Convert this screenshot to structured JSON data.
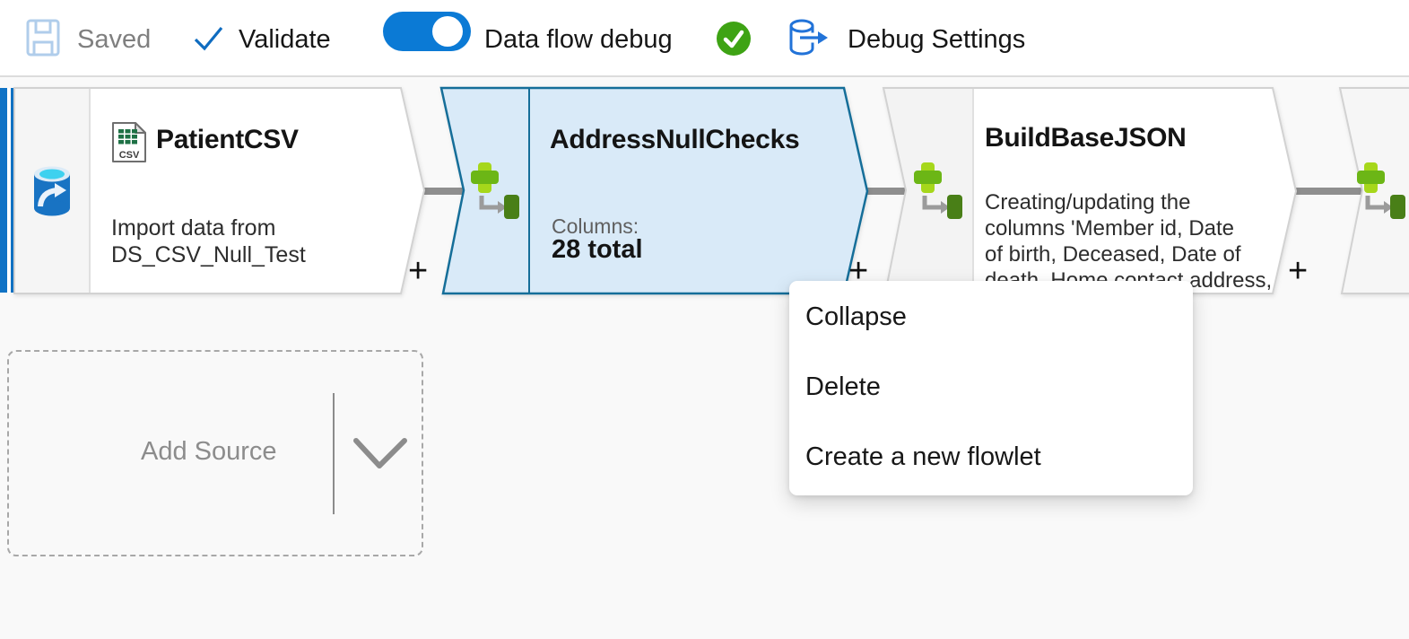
{
  "toolbar": {
    "saved_label": "Saved",
    "validate_label": "Validate",
    "dataflow_debug_label": "Data flow debug",
    "dataflow_debug_on": true,
    "debug_settings_label": "Debug Settings"
  },
  "canvas": {
    "plus_glyph": "+",
    "nodes": [
      {
        "name": "PatientCSV",
        "description": "Import data from\nDS_CSV_Null_Test",
        "type_icon": "source-dataset-icon",
        "dataset_icon": "csv-file-icon",
        "selected": false
      },
      {
        "name": "AddressNullChecks",
        "columns_label": "Columns:",
        "columns_value": "28 total",
        "type_icon": "derived-column-icon",
        "selected": true
      },
      {
        "name": "BuildBaseJSON",
        "description": "Creating/updating the\ncolumns 'Member id, Date\nof birth, Deceased, Date of\ndeath, Home contact address,",
        "type_icon": "derived-column-icon",
        "selected": false
      },
      {
        "name": "",
        "type_icon": "derived-column-icon",
        "selected": false,
        "partial": true
      }
    ],
    "add_source": {
      "label": "Add Source"
    },
    "context_menu": {
      "items": [
        {
          "label": "Collapse"
        },
        {
          "label": "Delete"
        },
        {
          "label": "Create a new flowlet"
        }
      ]
    }
  },
  "icons": {
    "save-icon": "floppy-disk-outline",
    "validate-check-icon": "check-mark",
    "debug-success-icon": "check-in-green-circle",
    "debug-settings-icon": "database-with-arrow",
    "source-dataset-icon": "blue-cylinder-with-arrow",
    "csv-file-icon": "file-with-table-grid",
    "csv_file_label": "CSV",
    "derived-column-icon": "green-plus-and-column",
    "plus-icon": "+",
    "chevron-down-icon": "v"
  },
  "colors": {
    "accent_blue": "#1173c5",
    "toggle_blue": "#0b7ad5",
    "selected_node_fill": "#d9eaf8",
    "selected_node_border": "#156e99",
    "success_green": "#3ea314",
    "derived_green_light": "#9ed41f",
    "derived_green_mid": "#6cb616",
    "derived_green_dark": "#497f17",
    "connector_grey": "#8f8f8f",
    "node_border_grey": "#d2d2d2"
  }
}
